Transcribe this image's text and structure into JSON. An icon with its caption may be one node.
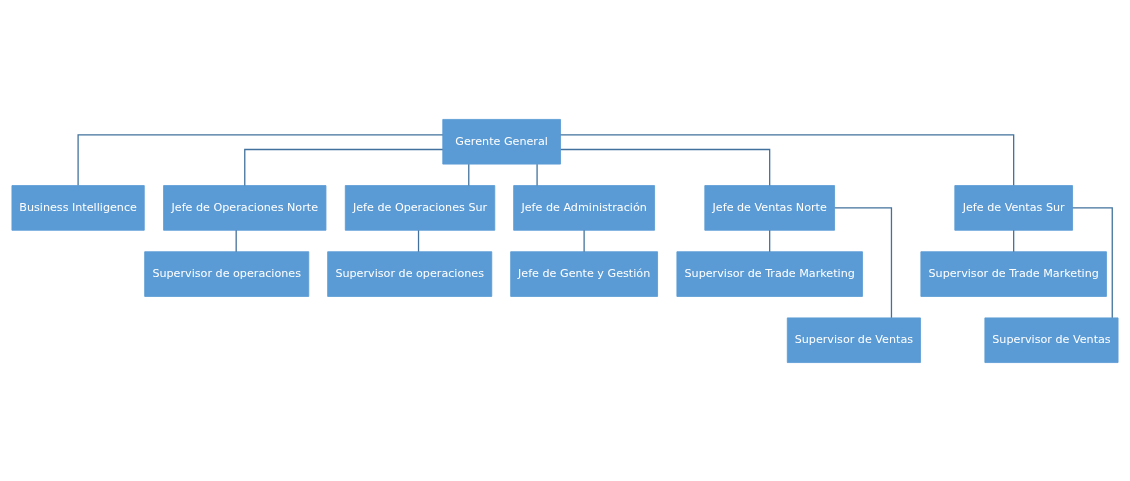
{
  "diagram": {
    "nodes": [
      {
        "text": [
          "Gerente General"
        ]
      },
      {
        "text": [
          "Business Intelligence"
        ]
      },
      {
        "text": [
          "Jefe de Operaciones Norte"
        ]
      },
      {
        "text": [
          "Jefe de Operaciones Sur"
        ]
      },
      {
        "text": [
          "Jefe de Administración"
        ]
      },
      {
        "text": [
          "Jefe de Ventas Norte"
        ]
      },
      {
        "text": [
          "Jefe de Ventas Sur"
        ]
      },
      {
        "text": [
          "Supervisor de operaciones"
        ]
      },
      {
        "text": [
          "Supervisor de operaciones"
        ]
      },
      {
        "text": [
          "Jefe de Gente y Gestión"
        ]
      },
      {
        "text": [
          "Supervisor de Trade Marketing"
        ]
      },
      {
        "text": [
          "Supervisor de Ventas"
        ]
      },
      {
        "text": [
          "Supervisor de Trade Marketing"
        ]
      },
      {
        "text": [
          "Supervisor de Ventas"
        ]
      }
    ],
    "edges": [
      {
        "from": 0,
        "to": 1,
        "arrow": "none"
      },
      {
        "from": 0,
        "to": 2,
        "arrow": "none"
      },
      {
        "from": 0,
        "to": 3,
        "arrow": "none"
      },
      {
        "from": 0,
        "to": 4,
        "arrow": "none"
      },
      {
        "from": 0,
        "to": 5,
        "arrow": "none"
      },
      {
        "from": 0,
        "to": 6,
        "arrow": "none"
      },
      {
        "from": 2,
        "to": 7,
        "arrow": "none"
      },
      {
        "from": 3,
        "to": 8,
        "arrow": "none"
      },
      {
        "from": 4,
        "to": 9,
        "arrow": "none"
      },
      {
        "from": 5,
        "to": 10,
        "arrow": "none"
      },
      {
        "from": 5,
        "to": 11,
        "arrow": "none"
      },
      {
        "from": 6,
        "to": 12,
        "arrow": "none"
      },
      {
        "from": 6,
        "to": 13,
        "arrow": "none"
      }
    ]
  }
}
